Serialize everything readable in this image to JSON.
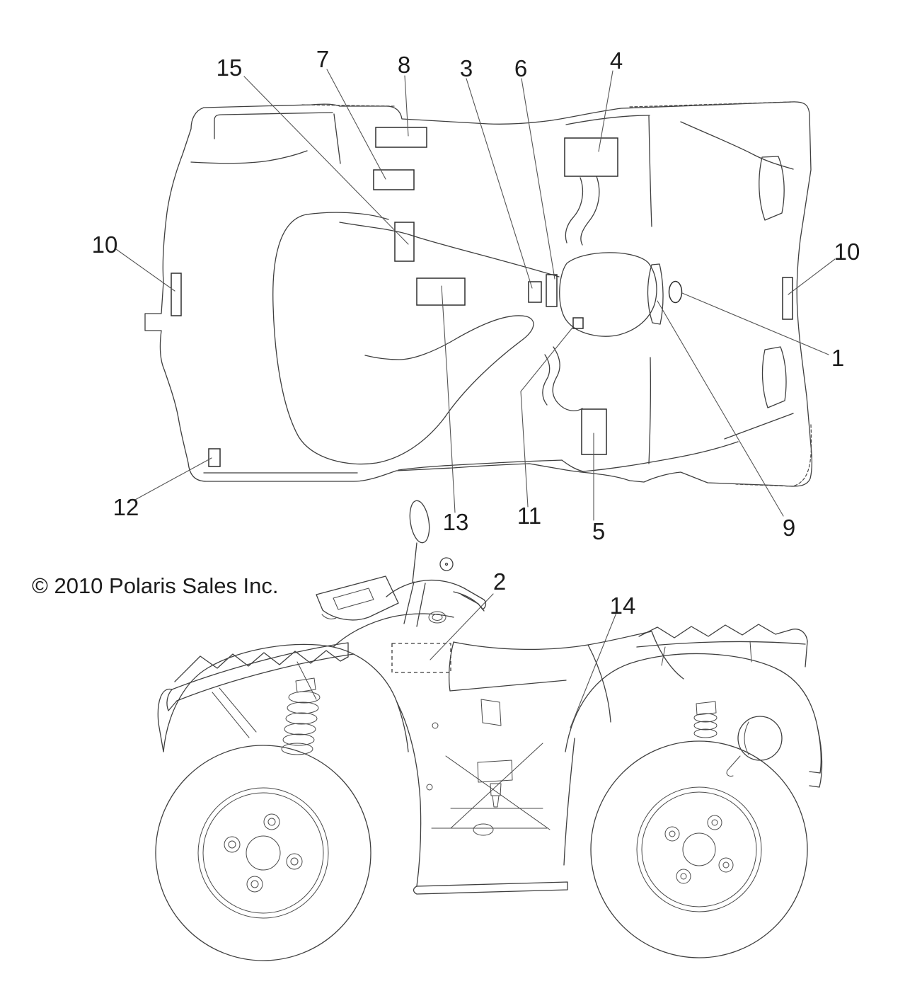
{
  "page": {
    "background": "#ffffff",
    "line_color": "#3f3f3f",
    "label_color": "#1c1c1c"
  },
  "copyright": {
    "text": "© 2010 Polaris Sales Inc."
  },
  "diagram": {
    "type": "parts-diagram",
    "subject": "ATV body decal locations, top view and side view",
    "views": [
      {
        "name": "body-top-view"
      },
      {
        "name": "atv-side-view"
      }
    ],
    "callouts": [
      {
        "label": "1"
      },
      {
        "label": "2"
      },
      {
        "label": "3"
      },
      {
        "label": "4"
      },
      {
        "label": "5"
      },
      {
        "label": "6"
      },
      {
        "label": "7"
      },
      {
        "label": "8"
      },
      {
        "label": "9"
      },
      {
        "label": "10"
      },
      {
        "label": "10"
      },
      {
        "label": "11"
      },
      {
        "label": "12"
      },
      {
        "label": "13"
      },
      {
        "label": "14"
      },
      {
        "label": "15"
      }
    ]
  }
}
